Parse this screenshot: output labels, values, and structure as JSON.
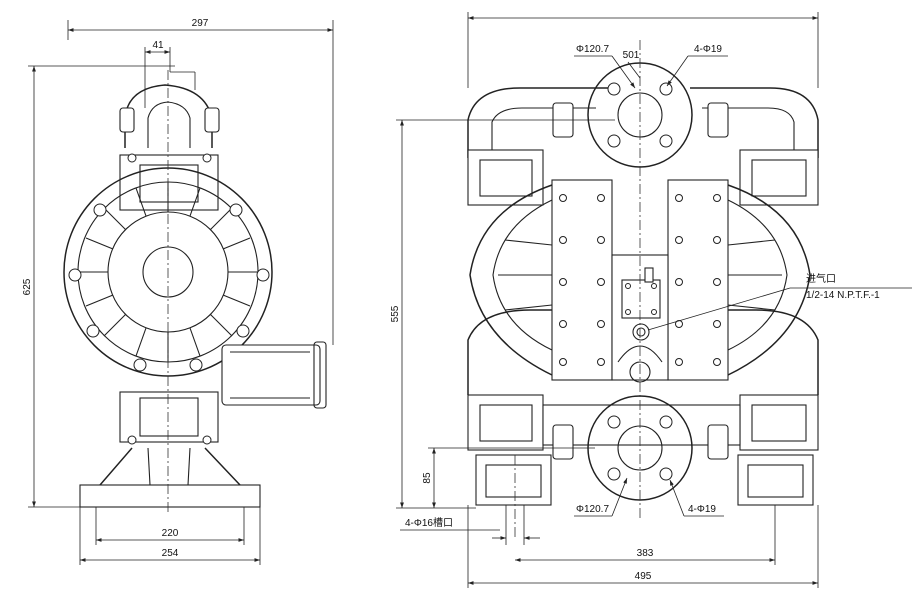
{
  "side_view": {
    "dims": {
      "overall_width": "297",
      "inlet_offset": "41",
      "overall_height": "625",
      "base_hole_spacing": "220",
      "base_width": "254"
    }
  },
  "front_view": {
    "dims": {
      "top_flange_dia": "Φ120.7",
      "top_center": "501",
      "top_bolts": "4-Φ19",
      "inlet_height": "555",
      "bottom_height": "85",
      "bottom_flange_dia": "Φ120.7",
      "bottom_bolts": "4-Φ19",
      "slot_holes": "4-Φ16槽口",
      "base_hole_spacing": "383",
      "overall_width": "495"
    },
    "air_inlet": {
      "title": "进气口",
      "thread": "1/2-14 N.P.T.F.-1"
    }
  }
}
